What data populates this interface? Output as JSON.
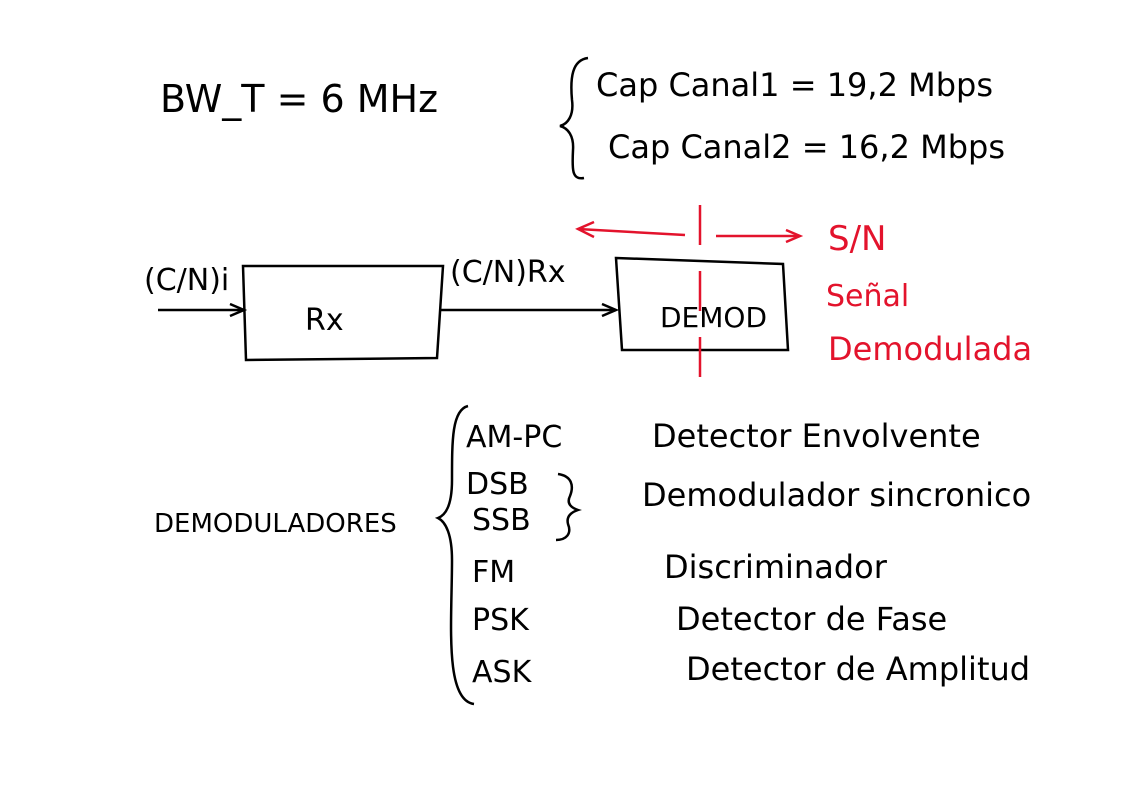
{
  "bandwidth": {
    "label": "BW_T = 6 MHz"
  },
  "channels": {
    "ch1": "Cap Canal1 = 19,2 Mbps",
    "ch2": "Cap Canal2 = 16,2 Mbps"
  },
  "block_diagram": {
    "input_label": "(C/N)i",
    "rx_label": "Rx",
    "rx_output_label": "(C/N)Rx",
    "demod_label": "DEMOD",
    "sn_label": "S/N",
    "output_label_line1": "Señal",
    "output_label_line2": "Demodulada"
  },
  "demodulators": {
    "heading": "DEMODULADORES",
    "rows": [
      {
        "mod": "AM-PC",
        "detector": "Detector Envolvente"
      },
      {
        "mod": "DSB",
        "detector": "Demodulador sincronico"
      },
      {
        "mod": "SSB",
        "detector": ""
      },
      {
        "mod": "FM",
        "detector": "Discriminador"
      },
      {
        "mod": "PSK",
        "detector": "Detector de Fase"
      },
      {
        "mod": "ASK",
        "detector": "Detector de Amplitud"
      }
    ]
  },
  "colors": {
    "ink": "#000000",
    "annotation": "#e3132c"
  }
}
